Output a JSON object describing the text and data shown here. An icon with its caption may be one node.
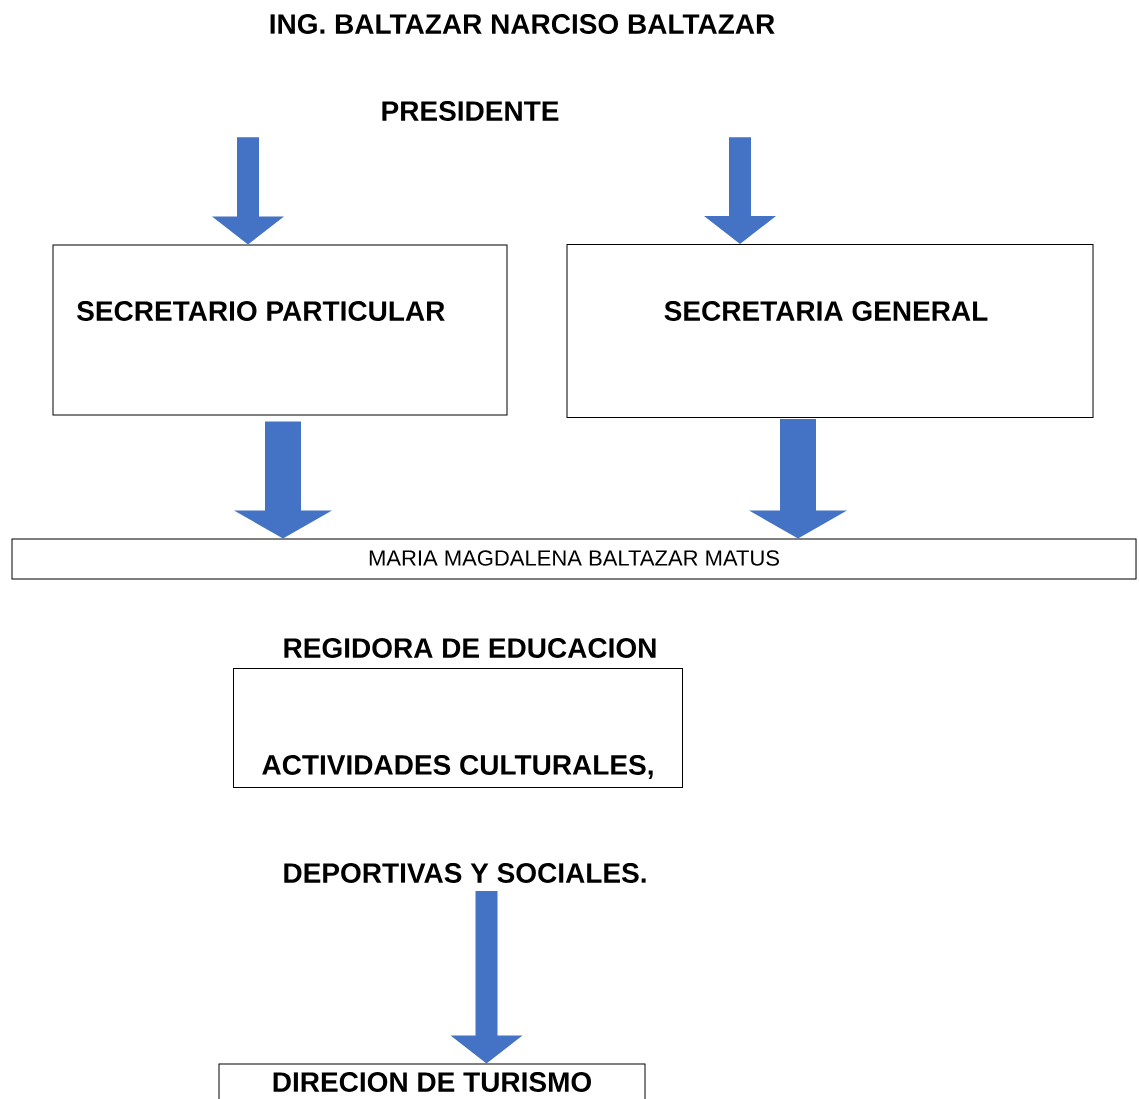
{
  "diagram": {
    "nodes": [
      {
        "text": [
          "ING. BALTAZAR NARCISO BALTAZAR",
          "PRESIDENTE"
        ]
      },
      {
        "text": [
          "SECRETARIO PARTICULAR"
        ]
      },
      {
        "text": [
          "SECRETARIA GENERAL"
        ]
      },
      {
        "text": [
          "MARIA MAGDALENA BALTAZAR MATUS"
        ]
      },
      {
        "text": [
          "REGIDORA DE EDUCACION",
          "ACTIVIDADES CULTURALES,"
        ],
        "beside": [
          "DEPORTIVAS Y SOCIALES."
        ]
      },
      {
        "text": [
          "DIRECION DE TURISMO"
        ]
      }
    ],
    "edges": [
      {
        "from": 0,
        "to": 1,
        "arrow": "to"
      },
      {
        "from": 0,
        "to": 2,
        "arrow": "to"
      },
      {
        "from": 1,
        "to": 3,
        "arrow": "to"
      },
      {
        "from": 2,
        "to": 3,
        "arrow": "to"
      },
      {
        "from": 4,
        "to": 5,
        "arrow": "to"
      }
    ]
  }
}
